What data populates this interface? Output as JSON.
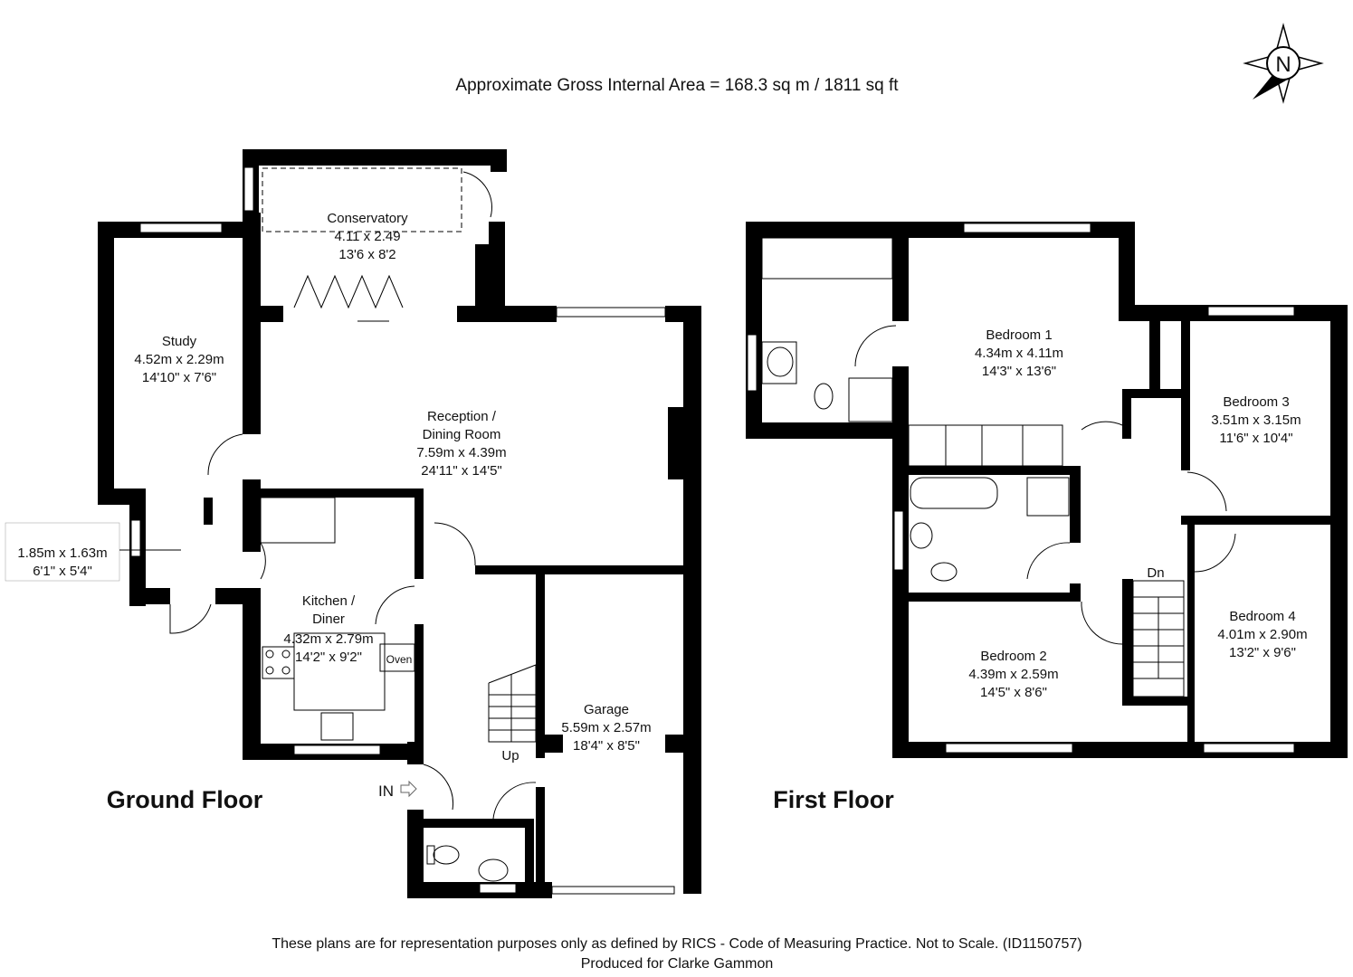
{
  "header": {
    "area": "Approximate Gross Internal Area = 168.3 sq m / 1811 sq ft"
  },
  "compass": {
    "letter": "N",
    "icon": "north-compass-icon"
  },
  "floors": {
    "ground": {
      "label": "Ground Floor"
    },
    "first": {
      "label": "First Floor"
    }
  },
  "rooms": {
    "conservatory": {
      "name": "Conservatory",
      "metric": "4.11 x 2.49",
      "imperial": "13'6 x 8'2"
    },
    "study": {
      "name": "Study",
      "metric": "4.52m x 2.29m",
      "imperial": "14'10\" x 7'6\""
    },
    "reception": {
      "name": "Reception /",
      "name2": "Dining Room",
      "metric": "7.59m x 4.39m",
      "imperial": "24'11\" x 14'5\""
    },
    "utility": {
      "metric": "1.85m x 1.63m",
      "imperial": "6'1\" x 5'4\""
    },
    "kitchen": {
      "name": "Kitchen /",
      "name2": "Diner",
      "metric": "4.32m x 2.79m",
      "imperial": "14'2\" x 9'2\"",
      "oven": "Oven"
    },
    "garage": {
      "name": "Garage",
      "metric": "5.59m x 2.57m",
      "imperial": "18'4\" x 8'5\""
    },
    "bedroom1": {
      "name": "Bedroom 1",
      "metric": "4.34m x 4.11m",
      "imperial": "14'3\" x 13'6\""
    },
    "bedroom2": {
      "name": "Bedroom 2",
      "metric": "4.39m x 2.59m",
      "imperial": "14'5\" x 8'6\""
    },
    "bedroom3": {
      "name": "Bedroom 3",
      "metric": "3.51m x 3.15m",
      "imperial": "11'6\" x 10'4\""
    },
    "bedroom4": {
      "name": "Bedroom 4",
      "metric": "4.01m x 2.90m",
      "imperial": "13'2\" x 9'6\""
    }
  },
  "labels": {
    "up": "Up",
    "down": "Dn",
    "entrance": "IN"
  },
  "footer": {
    "line1": "These plans are for representation purposes only as defined by RICS - Code of Measuring Practice. Not to Scale. (ID1150757)",
    "line2": "Produced for Clarke Gammon"
  }
}
